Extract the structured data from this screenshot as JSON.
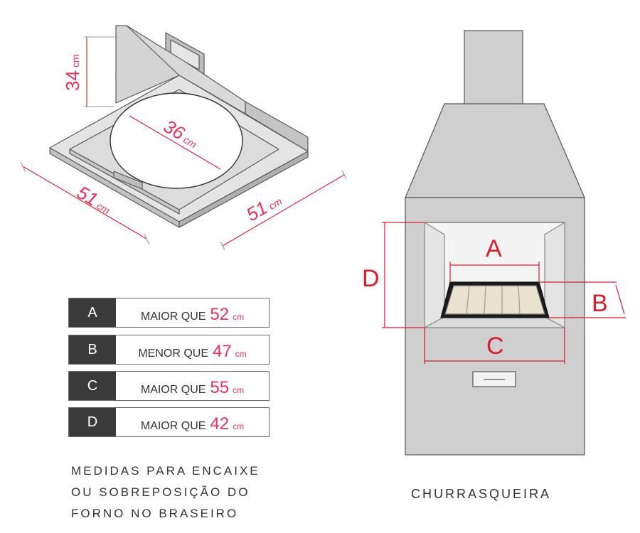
{
  "oven": {
    "height_value": "34",
    "height_unit": "cm",
    "diameter_value": "36",
    "diameter_unit": "cm",
    "width_left_value": "51",
    "width_left_unit": "cm",
    "width_right_value": "51",
    "width_right_unit": "cm"
  },
  "table": {
    "rows": [
      {
        "letter": "A",
        "text": "MAIOR QUE",
        "value": "52",
        "unit": "cm"
      },
      {
        "letter": "B",
        "text": "MENOR QUE",
        "value": "47",
        "unit": "cm"
      },
      {
        "letter": "C",
        "text": "MAIOR QUE",
        "value": "55",
        "unit": "cm"
      },
      {
        "letter": "D",
        "text": "MAIOR QUE",
        "value": "42",
        "unit": "cm"
      }
    ]
  },
  "note": {
    "line1": "MEDIDAS PARA ENCAIXE",
    "line2": "OU SOBREPOSIÇÃO DO",
    "line3": "FORNO NO BRASEIRO"
  },
  "grill": {
    "label_a": "A",
    "label_b": "B",
    "label_c": "C",
    "label_d": "D",
    "caption": "CHURRASQUEIRA"
  },
  "colors": {
    "dimension": "#e8325a",
    "dim_line": "#d81e2c",
    "structure_fill": "#cfcfcf",
    "structure_stroke": "#555555",
    "letter_box": "#3a3a3a",
    "grate_fill": "#e8e2cf"
  }
}
